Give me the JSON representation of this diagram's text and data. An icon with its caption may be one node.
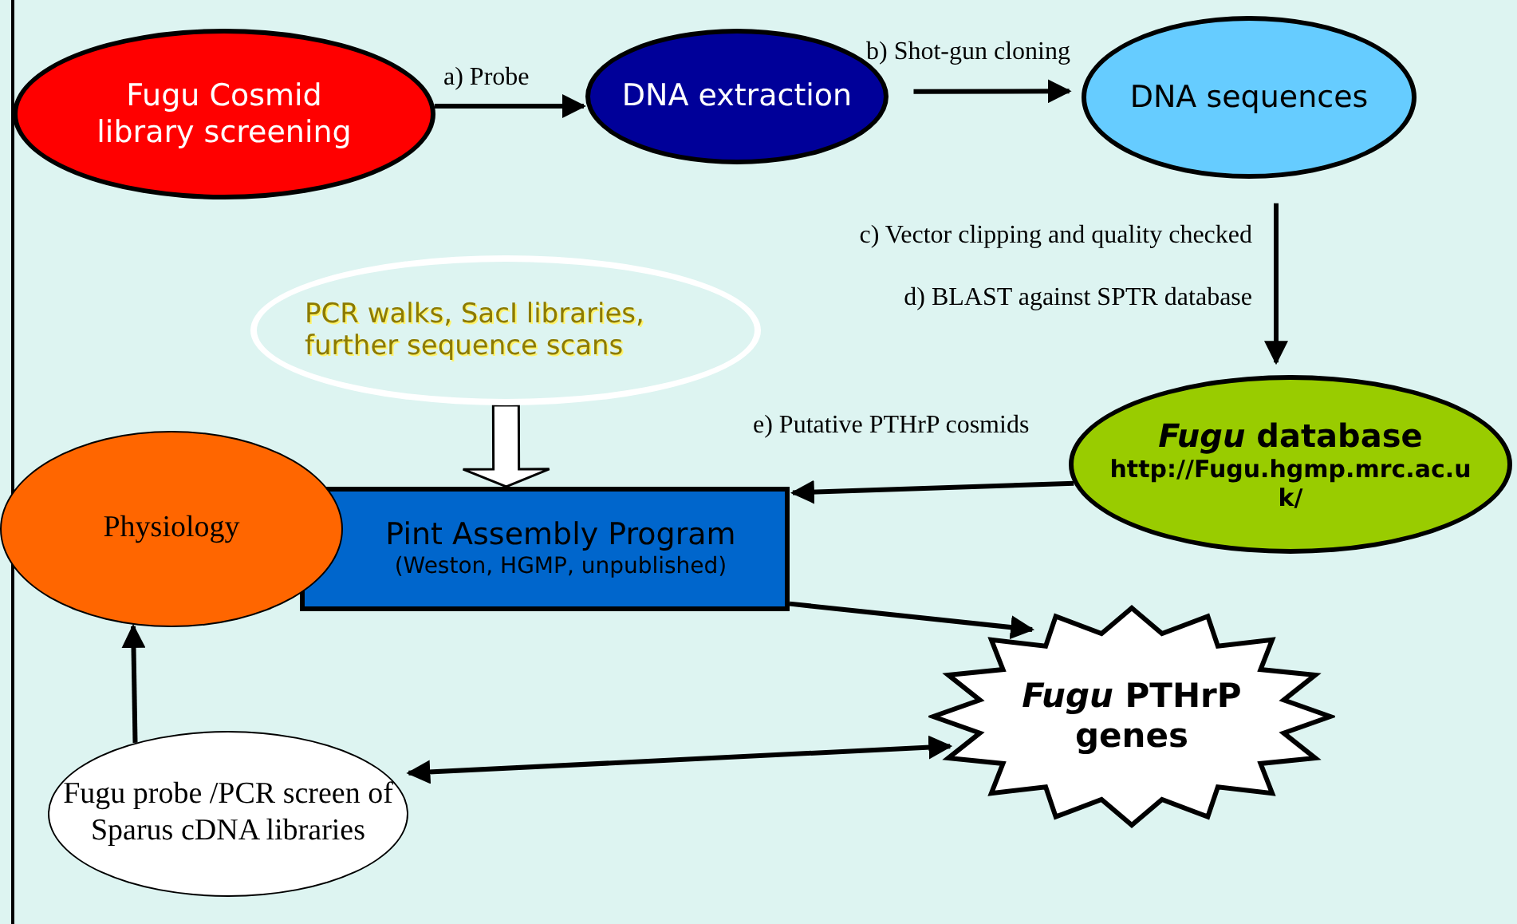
{
  "diagram": {
    "nodes": [
      {
        "text": [
          "Fugu Cosmid library screening"
        ]
      },
      {
        "text": [
          "DNA extraction"
        ]
      },
      {
        "text": [
          "DNA sequences"
        ]
      },
      {
        "text": [
          "PCR walks, SacI libraries, further sequence scans"
        ]
      },
      {
        "text": [
          "*Fugu* database",
          "http://Fugu.hgmp.mrc.ac.uk/"
        ]
      },
      {
        "text": [
          "Physiology"
        ]
      },
      {
        "text": [
          "Pint Assembly Program",
          "(Weston, HGMP, unpublished)"
        ]
      },
      {
        "text": [
          "*Fugu* PTHrP genes"
        ]
      },
      {
        "text": [
          "Fugu probe /PCR screen of Sparus cDNA libraries"
        ]
      }
    ],
    "edges": [
      {
        "from": 0,
        "to": 1,
        "arrow": "to",
        "label": "a) Probe"
      },
      {
        "from": 1,
        "to": 2,
        "arrow": "to",
        "label": "b) Shot-gun cloning"
      },
      {
        "from": 2,
        "to": 4,
        "arrow": "to",
        "label": "c) Vector clipping and quality checked"
      },
      {
        "from": 4,
        "to": 6,
        "arrow": "to",
        "label": "e) Putative PTHrP cosmids"
      },
      {
        "from": 3,
        "to": 6,
        "arrow": "to"
      },
      {
        "from": 6,
        "to": 7,
        "arrow": "to"
      },
      {
        "from": 8,
        "to": 5,
        "arrow": "to"
      },
      {
        "from": 8,
        "to": 7,
        "arrow": "both"
      }
    ],
    "labels": [
      "d) BLAST against SPTR database"
    ]
  }
}
